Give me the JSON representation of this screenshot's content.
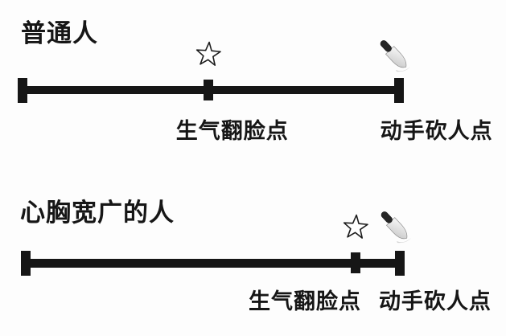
{
  "canvas": {
    "background": "#fdfdfd",
    "ink": "#161616",
    "star_fill": "#ffffff",
    "star_outline": "#1c1c1c"
  },
  "rows": [
    {
      "title": "普通人",
      "anger_label": "生气翻脸点",
      "attack_label": "动手砍人点",
      "star_icon": "white-star",
      "knife_icon": "kitchen-knife",
      "anger_pos_pct": 49.3,
      "knife_pos_pct": 97.7,
      "anger_label_pct": 55.6,
      "attack_label_pct": 108.7
    },
    {
      "title": "心胸宽广的人",
      "anger_label": "生气翻脸点",
      "attack_label": "动手砍人点",
      "star_icon": "white-star",
      "knife_icon": "kitchen-knife",
      "anger_pos_pct": 87.3,
      "knife_pos_pct": 97.7,
      "anger_label_pct": 74.1,
      "attack_label_pct": 108.2
    }
  ]
}
